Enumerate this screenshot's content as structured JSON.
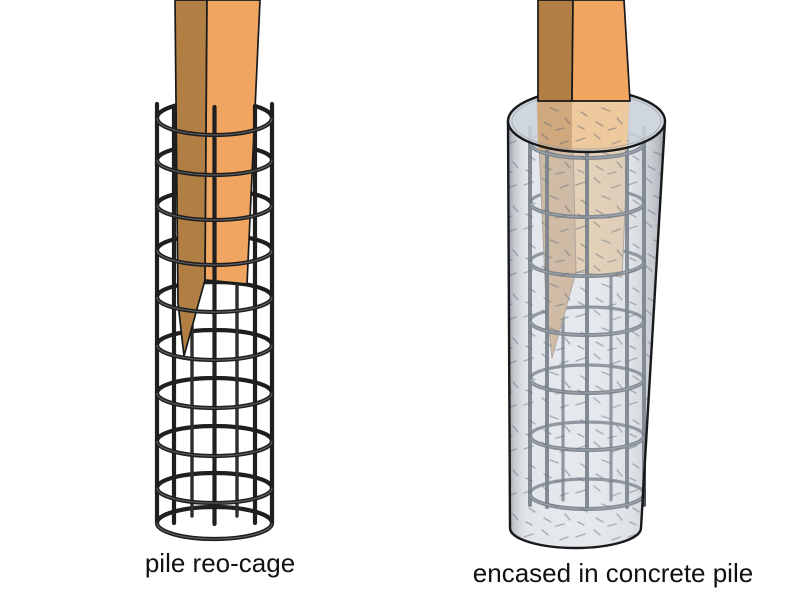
{
  "figure": {
    "title": "timber pile reinforcement illustration",
    "left_panel": {
      "caption": "pile reo-cage",
      "parts": [
        "square timber pile with pointed tip",
        "cylindrical steel reinforcement cage"
      ],
      "cage": {
        "rings": 10,
        "vertical_bars": 8
      }
    },
    "right_panel": {
      "caption": "encased in concrete pile",
      "parts": [
        "square timber pile with pointed tip",
        "cylindrical steel reinforcement cage",
        "translucent concrete encasement"
      ],
      "cage": {
        "rings": 7,
        "vertical_bars": 8
      }
    }
  },
  "colors": {
    "background": "#ffffff",
    "caption": "#111111",
    "outline": "#17191b",
    "wood_front": "#f0a661",
    "wood_side": "#b17f44",
    "washed_wood_front": "#fcd2a0",
    "washed_wood_side": "#d8ad7e",
    "surface_wood_front": "#eec99d",
    "surface_wood_side": "#cfa87e",
    "cage_black": "#1f1f1f",
    "cage_back": "#2e2e2e",
    "cage_gray": "#3c444e",
    "cage_gray_back": "#49525c",
    "concrete_fill": "#c1c9d2",
    "concrete_top": "#ccd3da",
    "speckle": "#5f6974"
  }
}
